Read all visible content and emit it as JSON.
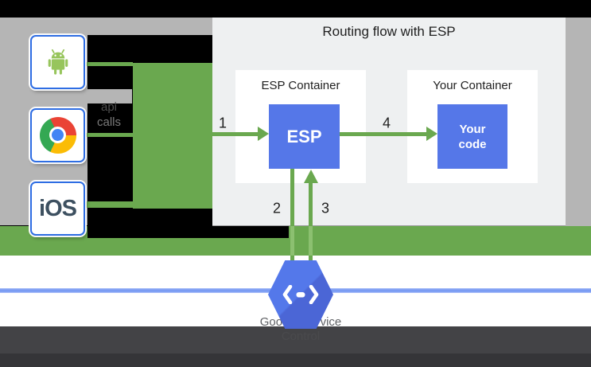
{
  "panel": {
    "title": "Routing flow with ESP"
  },
  "labels": {
    "api_line1": "api",
    "api_line2": "calls",
    "ios": "iOS"
  },
  "esp_container": {
    "label": "ESP Container",
    "box": "ESP"
  },
  "your_container": {
    "label": "Your Container",
    "box_line1": "Your",
    "box_line2": "code"
  },
  "steps": {
    "s1": "1",
    "s2": "2",
    "s3": "3",
    "s4": "4"
  },
  "service": {
    "line1": "Google Service",
    "line2": "Control"
  },
  "icons": {
    "android": "android-icon",
    "chrome": "chrome-icon",
    "endpoints": "cloud-endpoints-icon"
  },
  "colors": {
    "green": "#6aa84f",
    "green-light": "#8cc070",
    "panel": "#eef0f1",
    "gray": "#b5b5b5",
    "blue-box": "#5577e8",
    "hex-blue-1": "#5478ea",
    "hex-blue-2": "#4b66d6",
    "box-border": "#2e6de3",
    "net-line": "#7b9cf3",
    "ios-text": "#3d5060",
    "ink": "#1f1f1f",
    "service-text": "#606266"
  }
}
